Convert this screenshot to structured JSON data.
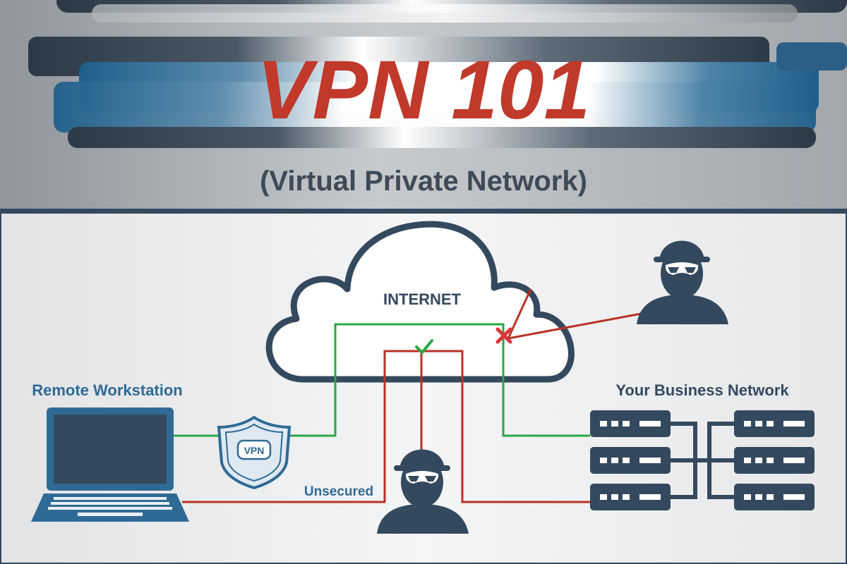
{
  "header": {
    "title": "VPN 101",
    "subtitle": "(Virtual Private Network)"
  },
  "diagram": {
    "cloud_label": "INTERNET",
    "workstation_label": "Remote Workstation",
    "business_label": "Your Business Network",
    "unsecured_label": "Unsecured",
    "shield_label": "VPN"
  },
  "colors": {
    "title_red": "#c0392b",
    "dark_slate": "#34495e",
    "blue": "#2f6a95",
    "secure_green": "#27a844",
    "unsecure_red": "#b83225"
  }
}
